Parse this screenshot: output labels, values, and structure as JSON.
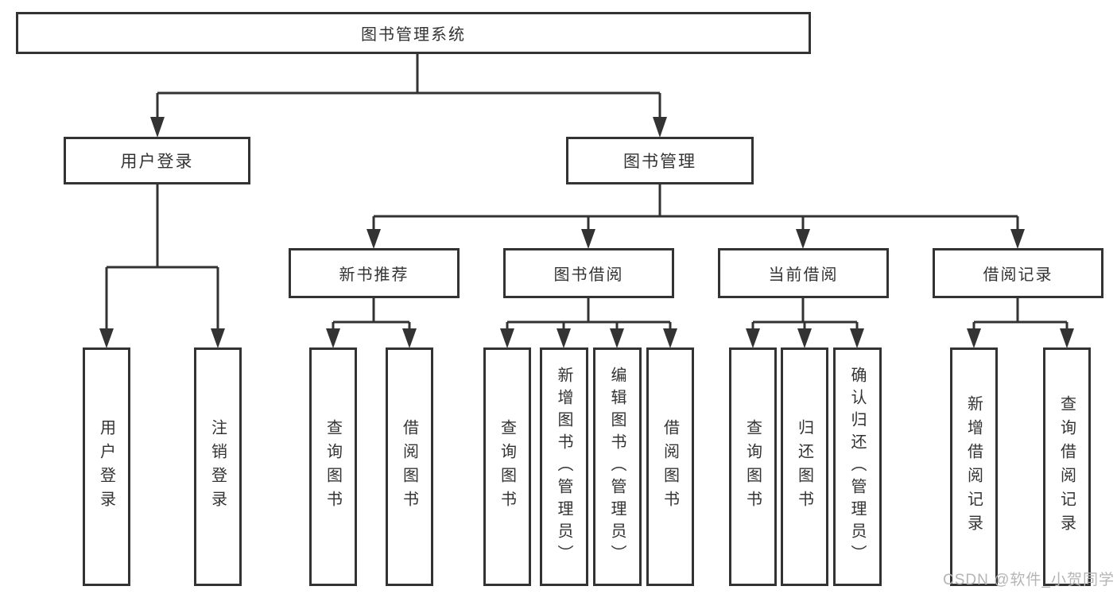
{
  "colors": {
    "background": "#ffffff",
    "line": "#333333",
    "box_border": "#333333",
    "box_fill": "#ffffff",
    "text": "#333333",
    "watermark": "#b5b5b5"
  },
  "diagram": {
    "root": {
      "label": "图书管理系统"
    },
    "level2": [
      {
        "label": "用户登录"
      },
      {
        "label": "图书管理"
      }
    ],
    "level3": [
      {
        "label": "新书推荐"
      },
      {
        "label": "图书借阅"
      },
      {
        "label": "当前借阅"
      },
      {
        "label": "借阅记录"
      }
    ],
    "level4": {
      "user_login_children": [
        {
          "label": "用户登录"
        },
        {
          "label": "注销登录"
        }
      ],
      "new_book_children": [
        {
          "label": "查询图书"
        },
        {
          "label": "借阅图书"
        }
      ],
      "borrow_children": [
        {
          "label": "查询图书"
        },
        {
          "label": "新增图书（管理员）"
        },
        {
          "label": "编辑图书（管理员）"
        },
        {
          "label": "借阅图书"
        }
      ],
      "current_children": [
        {
          "label": "查询图书"
        },
        {
          "label": "归还图书"
        },
        {
          "label": "确认归还（管理员）"
        }
      ],
      "record_children": [
        {
          "label": "新增借阅记录"
        },
        {
          "label": "查询借阅记录"
        }
      ]
    }
  },
  "watermark": {
    "text": "CSDN @软件_小贺同学"
  }
}
